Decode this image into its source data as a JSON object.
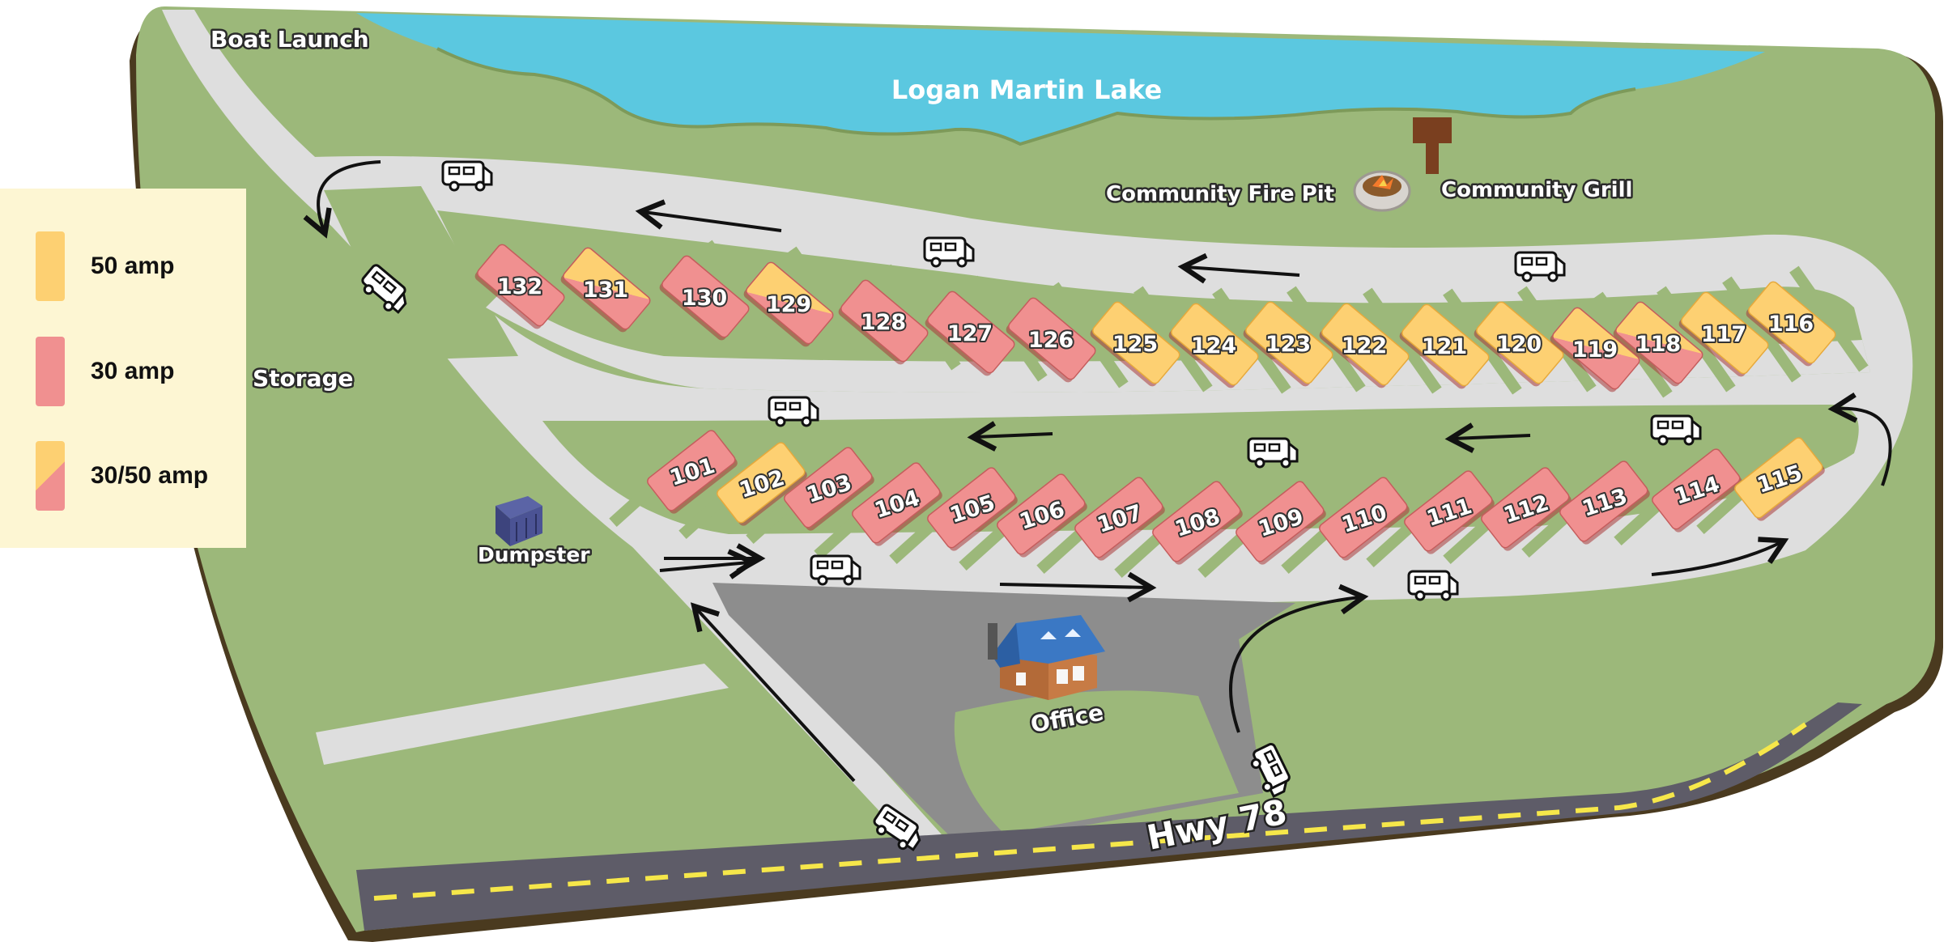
{
  "colors": {
    "grass": "#9cb87a",
    "lake": "#5bc8e0",
    "road": "#dedede",
    "parking": "#8d8d8d",
    "highway": "#5e5c68",
    "amp50": "#fdd072",
    "amp30": "#f09090",
    "legend_bg": "#fdf6d3"
  },
  "labels": {
    "lake": "Logan Martin Lake",
    "boat_launch": "Boat Launch",
    "storage": "Storage",
    "dumpster": "Dumpster",
    "office": "Office",
    "fire_pit": "Community Fire Pit",
    "grill": "Community Grill",
    "highway": "Hwy 78"
  },
  "icons": [
    "rv-icon",
    "dumpster-icon",
    "office-building-icon",
    "fire-pit-icon",
    "grill-icon",
    "direction-arrow-icon"
  ],
  "legend": [
    {
      "label": "50 amp",
      "type": "50"
    },
    {
      "label": "30 amp",
      "type": "30"
    },
    {
      "label": "30/50 amp",
      "type": "30/50"
    }
  ],
  "sites_top_row": [
    {
      "number": "132",
      "amp": "30"
    },
    {
      "number": "131",
      "amp": "30/50"
    },
    {
      "number": "130",
      "amp": "30"
    },
    {
      "number": "129",
      "amp": "30/50"
    },
    {
      "number": "128",
      "amp": "30"
    },
    {
      "number": "127",
      "amp": "30"
    },
    {
      "number": "126",
      "amp": "30"
    },
    {
      "number": "125",
      "amp": "50"
    },
    {
      "number": "124",
      "amp": "50"
    },
    {
      "number": "123",
      "amp": "50"
    },
    {
      "number": "122",
      "amp": "50"
    },
    {
      "number": "121",
      "amp": "50"
    },
    {
      "number": "120",
      "amp": "50"
    },
    {
      "number": "119",
      "amp": "30/50"
    },
    {
      "number": "118",
      "amp": "30/50"
    },
    {
      "number": "117",
      "amp": "50"
    },
    {
      "number": "116",
      "amp": "50"
    }
  ],
  "sites_bottom_row": [
    {
      "number": "101",
      "amp": "30"
    },
    {
      "number": "102",
      "amp": "50"
    },
    {
      "number": "103",
      "amp": "30"
    },
    {
      "number": "104",
      "amp": "30"
    },
    {
      "number": "105",
      "amp": "30"
    },
    {
      "number": "106",
      "amp": "30"
    },
    {
      "number": "107",
      "amp": "30"
    },
    {
      "number": "108",
      "amp": "30"
    },
    {
      "number": "109",
      "amp": "30"
    },
    {
      "number": "110",
      "amp": "30"
    },
    {
      "number": "111",
      "amp": "30"
    },
    {
      "number": "112",
      "amp": "30"
    },
    {
      "number": "113",
      "amp": "30"
    },
    {
      "number": "114",
      "amp": "30"
    },
    {
      "number": "115",
      "amp": "50"
    }
  ]
}
